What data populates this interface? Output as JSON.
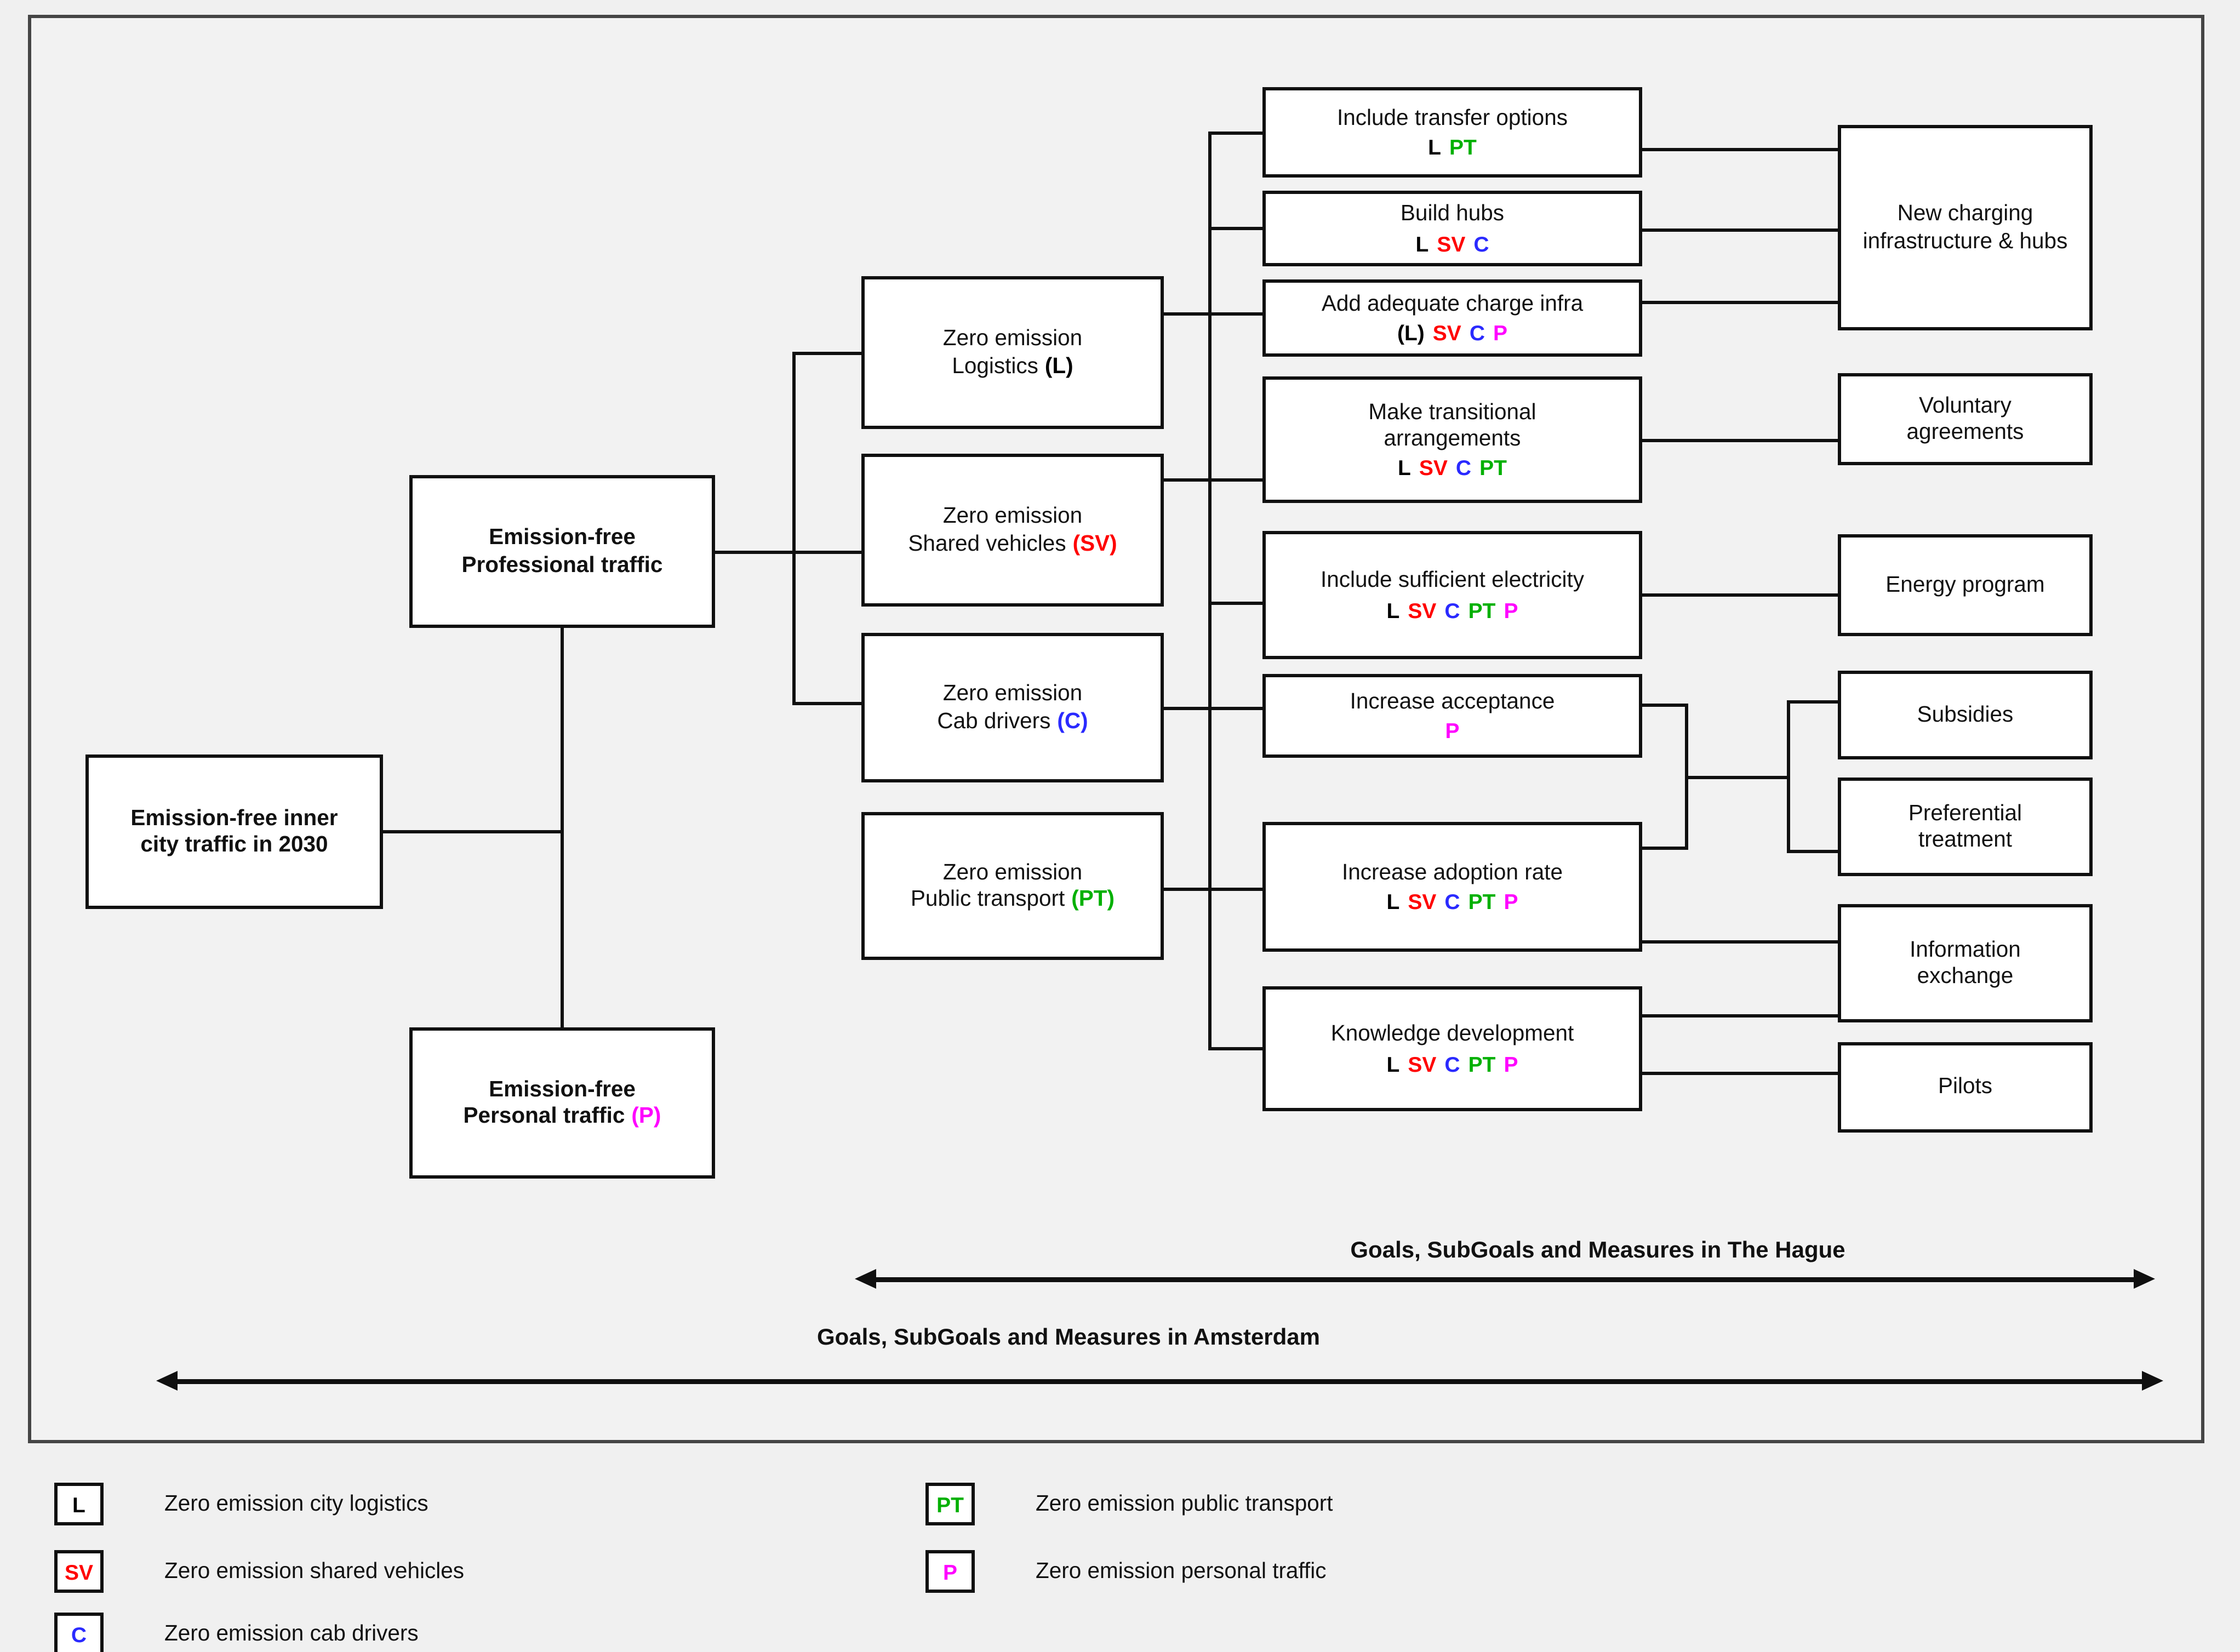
{
  "diagram": {
    "root": {
      "line1": "Emission-free inner",
      "line2": "city traffic in 2030"
    },
    "professional": {
      "line1": "Emission-free",
      "line2": "Professional traffic"
    },
    "personal": {
      "line1": "Emission-free",
      "line2": "Personal traffic",
      "code": "(P)"
    },
    "goals": [
      {
        "line1": "Zero emission",
        "line2": "Logistics",
        "code": "(L)"
      },
      {
        "line1": "Zero emission",
        "line2": "Shared vehicles",
        "code": "(SV)"
      },
      {
        "line1": "Zero emission",
        "line2": "Cab drivers",
        "code": "(C)"
      },
      {
        "line1": "Zero emission",
        "line2": "Public transport",
        "code": "(PT)"
      }
    ],
    "measures": [
      {
        "title": "Include transfer options",
        "tags": [
          {
            "text": "L",
            "color": "#000000"
          },
          {
            "text": "PT",
            "color": "#00b000"
          }
        ]
      },
      {
        "title": "Build hubs",
        "tags": [
          {
            "text": "L",
            "color": "#000000"
          },
          {
            "text": "SV",
            "color": "#ff0000"
          },
          {
            "text": "C",
            "color": "#2a2aff"
          }
        ]
      },
      {
        "title": "Add adequate charge infra",
        "tags": [
          {
            "text": "(L)",
            "color": "#000000"
          },
          {
            "text": "SV",
            "color": "#ff0000"
          },
          {
            "text": "C",
            "color": "#2a2aff"
          },
          {
            "text": "P",
            "color": "#ff00ff"
          }
        ]
      },
      {
        "title": "Make transitional arrangements",
        "tags": [
          {
            "text": "L",
            "color": "#000000"
          },
          {
            "text": "SV",
            "color": "#ff0000"
          },
          {
            "text": "C",
            "color": "#2a2aff"
          },
          {
            "text": "PT",
            "color": "#00b000"
          }
        ]
      },
      {
        "title": "Include sufficient electricity",
        "tags": [
          {
            "text": "L",
            "color": "#000000"
          },
          {
            "text": "SV",
            "color": "#ff0000"
          },
          {
            "text": "C",
            "color": "#2a2aff"
          },
          {
            "text": "PT",
            "color": "#00b000"
          },
          {
            "text": "P",
            "color": "#ff00ff"
          }
        ]
      },
      {
        "title": "Increase acceptance",
        "tags": [
          {
            "text": "P",
            "color": "#ff00ff"
          }
        ]
      },
      {
        "title": "Increase adoption rate",
        "tags": [
          {
            "text": "L",
            "color": "#000000"
          },
          {
            "text": "SV",
            "color": "#ff0000"
          },
          {
            "text": "C",
            "color": "#2a2aff"
          },
          {
            "text": "PT",
            "color": "#00b000"
          },
          {
            "text": "P",
            "color": "#ff00ff"
          }
        ]
      },
      {
        "title": "Knowledge development",
        "tags": [
          {
            "text": "L",
            "color": "#000000"
          },
          {
            "text": "SV",
            "color": "#ff0000"
          },
          {
            "text": "C",
            "color": "#2a2aff"
          },
          {
            "text": "PT",
            "color": "#00b000"
          },
          {
            "text": "P",
            "color": "#ff00ff"
          }
        ]
      }
    ],
    "strategies": [
      "New charging infrastructure & hubs",
      "Voluntary agreements",
      "Energy program",
      "Subsidies",
      "Preferential treatment",
      "Information exchange",
      "Pilots"
    ],
    "arrows": {
      "hague": "Goals, SubGoals and Measures in The Hague",
      "amsterdam": "Goals, SubGoals and Measures in Amsterdam"
    },
    "legend": [
      {
        "code": "L",
        "color": "#000000",
        "label": "Zero emission city logistics"
      },
      {
        "code": "SV",
        "color": "#ff0000",
        "label": "Zero emission shared vehicles"
      },
      {
        "code": "C",
        "color": "#2a2aff",
        "label": "Zero emission cab drivers"
      },
      {
        "code": "PT",
        "color": "#00b000",
        "label": "Zero emission public transport"
      },
      {
        "code": "P",
        "color": "#ff00ff",
        "label": "Zero emission personal traffic"
      }
    ],
    "code_colors": {
      "L": "#000000",
      "SV": "#ff0000",
      "C": "#2a2aff",
      "PT": "#00b000",
      "P": "#ff00ff"
    }
  }
}
